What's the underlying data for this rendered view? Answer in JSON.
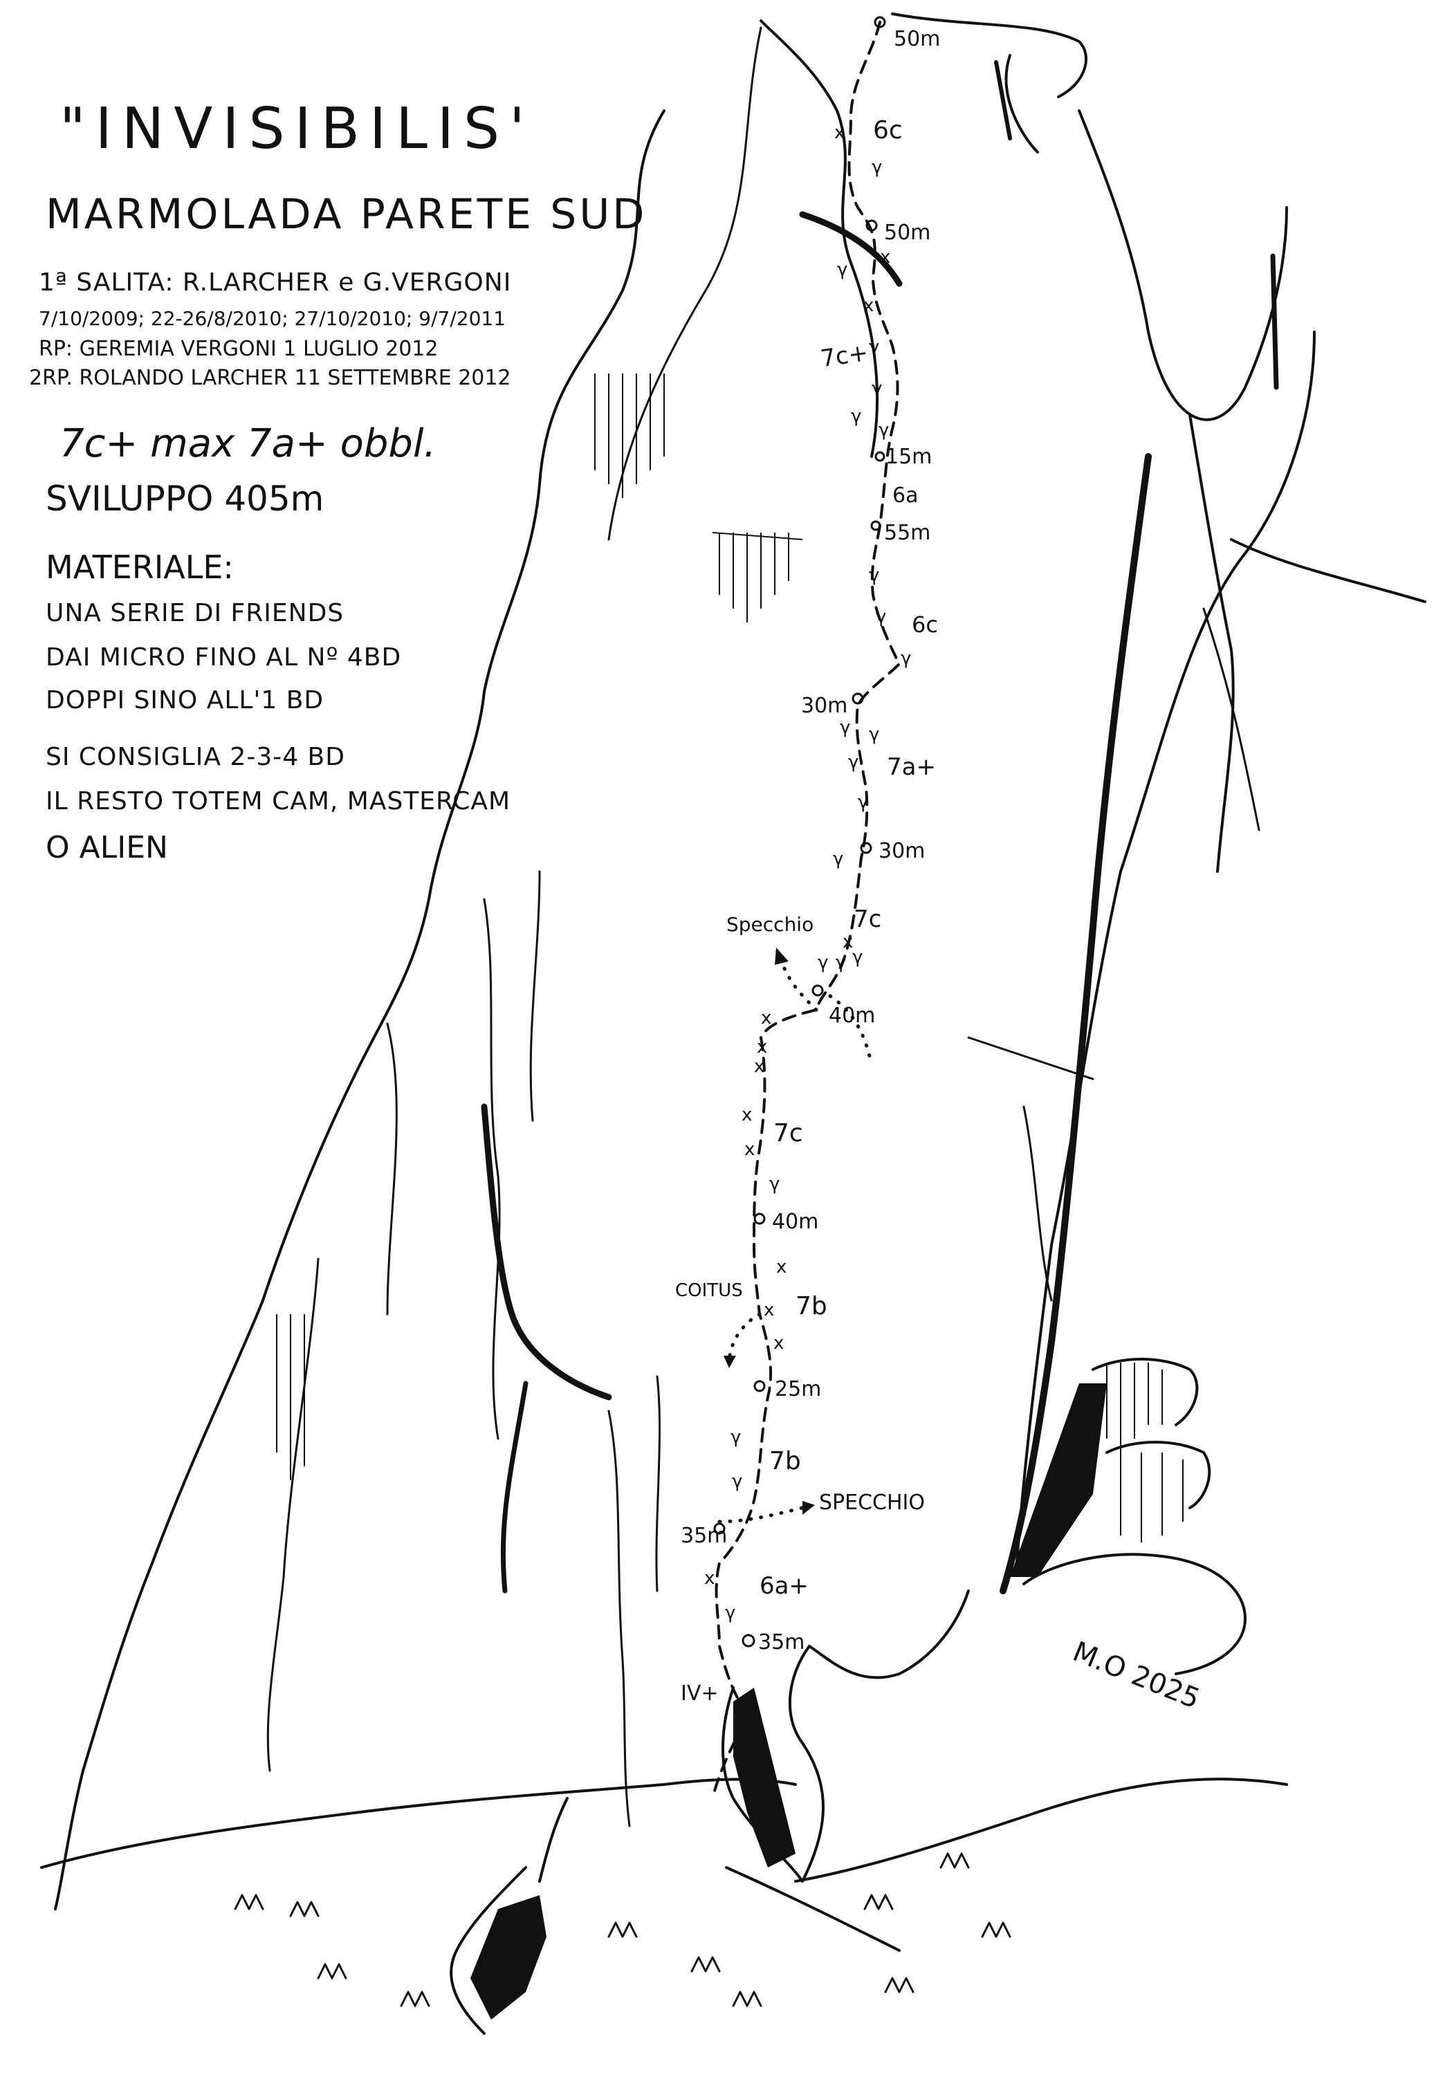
{
  "title": "\"INVISIBILIS'",
  "subtitle": "MARMOLADA PARETE SUD",
  "info": {
    "first_ascent": "1ª SALITA: R.LARCHER e G.VERGONI",
    "dates": "7/10/2009; 22-26/8/2010; 27/10/2010; 9/7/2011",
    "rp": "RP: GEREMIA VERGONI  1 LUGLIO 2012",
    "rp2": "2RP. ROLANDO LARCHER  11 SETTEMBRE 2012",
    "grade": "7c+ max  7a+ obbl.",
    "length": "SVILUPPO  405m"
  },
  "material": {
    "heading": "MATERIALE:",
    "lines": [
      "UNA SERIE DI FRIENDS",
      "DAI MICRO FINO AL Nº 4BD",
      "DOPPI SINO ALL'1 BD"
    ],
    "advice": [
      "SI CONSIGLIA  2-3-4 BD",
      "IL RESTO TOTEM CAM, MASTERCAM",
      "O ALIEN"
    ]
  },
  "pitches": [
    {
      "length": "50m",
      "grade": "6c"
    },
    {
      "length": "50m",
      "grade": "7c+"
    },
    {
      "length": "15m",
      "grade": "6a"
    },
    {
      "length": "55m",
      "grade": "6c"
    },
    {
      "length": "30m",
      "grade": "7a+"
    },
    {
      "length": "30m",
      "grade": "7c"
    },
    {
      "length": "40m",
      "grade": "7c"
    },
    {
      "length": "40m",
      "grade": "7b"
    },
    {
      "length": "25m",
      "grade": "7b"
    },
    {
      "length": "35m",
      "grade": "6a+"
    },
    {
      "length": "35m",
      "grade": "IV+"
    }
  ],
  "variants": {
    "specchio_upper": "Specchio",
    "coitus": "COITUS",
    "specchio_lower": "SPECCHIO"
  },
  "signature": "M.O 2025"
}
